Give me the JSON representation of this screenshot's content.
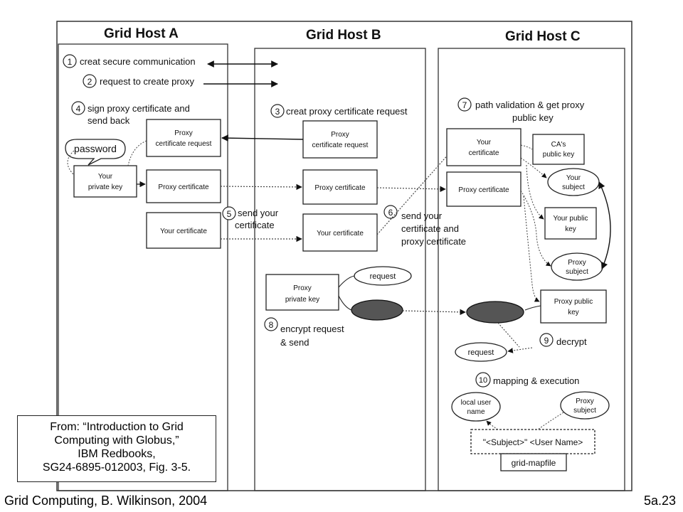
{
  "hosts": {
    "a": "Grid Host A",
    "b": "Grid Host B",
    "c": "Grid Host C"
  },
  "steps": {
    "s1": {
      "num": "1",
      "text": "creat secure communication"
    },
    "s2": {
      "num": "2",
      "text": "request to create proxy"
    },
    "s3": {
      "num": "3",
      "text": "creat proxy certificate request"
    },
    "s4": {
      "num": "4",
      "line1": "sign proxy certificate and",
      "line2": "send back"
    },
    "s5": {
      "num": "5",
      "line1": "send your",
      "line2": "certificate"
    },
    "s6": {
      "num": "6",
      "line1": "send your",
      "line2": "certificate and",
      "line3": "proxy certificate"
    },
    "s7": {
      "num": "7",
      "line1": "path validation & get proxy",
      "line2": "public key"
    },
    "s8": {
      "num": "8",
      "line1": "encrypt request",
      "line2": "& send"
    },
    "s9": {
      "num": "9",
      "text": "decrypt"
    },
    "s10": {
      "num": "10",
      "text": "mapping & execution"
    }
  },
  "boxes": {
    "proxy_cert_request": {
      "l1": "Proxy",
      "l2": "certificate request"
    },
    "your_private_key": {
      "l1": "Your",
      "l2": "private key"
    },
    "proxy_certificate": "Proxy certificate",
    "your_certificate": "Your certificate",
    "your_certificate_c": {
      "l1": "Your",
      "l2": "certificate"
    },
    "proxy_private_key": {
      "l1": "Proxy",
      "l2": "private key"
    },
    "cas_public_key": {
      "l1": "CA's",
      "l2": "public key"
    },
    "your_public_key": {
      "l1": "Your public",
      "l2": "key"
    },
    "proxy_public_key": {
      "l1": "Proxy public",
      "l2": "key"
    },
    "mapfile_entry": "\"<Subject>\"  <User Name>",
    "grid_mapfile": "grid-mapfile"
  },
  "ellipses": {
    "password": "password",
    "request": "request",
    "your_subject": {
      "l1": "Your",
      "l2": "subject"
    },
    "proxy_subject": {
      "l1": "Proxy",
      "l2": "subject"
    },
    "local_user_name": {
      "l1": "local user",
      "l2": "name"
    }
  },
  "citation": {
    "line1": "From: “Introduction to Grid",
    "line2": "Computing with Globus,”",
    "line3": "IBM Redbooks,",
    "line4": "SG24-6895-012003, Fig. 3-5."
  },
  "footer": {
    "left": "Grid Computing, B. Wilkinson, 2004",
    "right": "5a.23"
  }
}
